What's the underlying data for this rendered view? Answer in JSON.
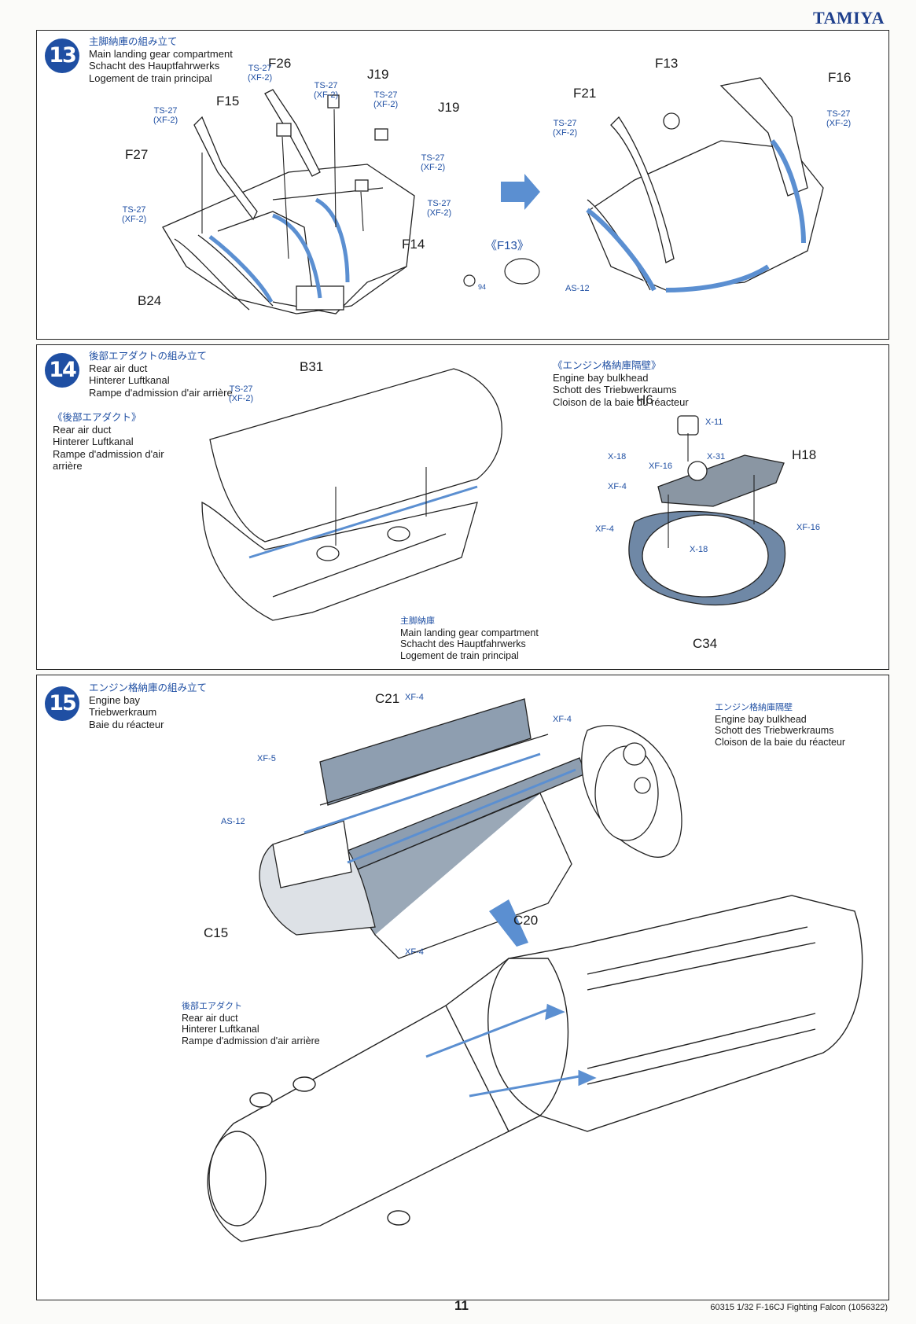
{
  "brand": "TAMIYA",
  "colors": {
    "accent_blue": "#1f4fa3",
    "part_blue": "#5b8fd1",
    "part_grey": "#7a8ea3"
  },
  "steps": [
    {
      "number": "13",
      "title_ja": "主脚納庫の組み立て",
      "title_en": "Main landing gear compartment",
      "title_de": "Schacht des Hauptfahrwerks",
      "title_fr": "Logement de train principal",
      "part_labels": [
        "F26",
        "J19",
        "F15",
        "J19",
        "F27",
        "F14",
        "B24",
        "F13",
        "F16",
        "F21"
      ],
      "paint_labels": [
        "TS-27\n(XF-2)",
        "TS-27\n(XF-2)",
        "TS-27\n(XF-2)",
        "TS-27\n(XF-2)",
        "TS-27\n(XF-2)",
        "TS-27\n(XF-2)",
        "TS-27\n(XF-2)",
        "TS-27\n(XF-2)",
        "TS-27\n(XF-2)",
        "AS-12"
      ],
      "sub_caption": "《F13》",
      "sub_ref": "94"
    },
    {
      "number": "14",
      "title_ja": "後部エアダクトの組み立て",
      "title_en": "Rear air duct",
      "title_de": "Hinterer Luftkanal",
      "title_fr": "Rampe d'admission d'air arrière",
      "sub_title_ja": "《後部エアダクト》",
      "sub_title_en": "Rear air duct",
      "sub_title_de": "Hinterer Luftkanal",
      "sub_title_fr": "Rampe d'admission d'air arrière",
      "part_labels": [
        "B31",
        "H6",
        "H18",
        "C34"
      ],
      "paint_labels": [
        "TS-27\n(XF-2)",
        "X-11",
        "X-18",
        "XF-16",
        "X-31",
        "XF-4",
        "XF-4",
        "X-18",
        "XF-16"
      ],
      "bulkhead_title_ja": "《エンジン格納庫隔壁》",
      "bulkhead_en": "Engine bay bulkhead",
      "bulkhead_de": "Schott des Triebwerkraums",
      "bulkhead_fr": "Cloison de la baie du réacteur",
      "compartment_ja": "主脚納庫",
      "compartment_en": "Main landing gear compartment",
      "compartment_de": "Schacht des Hauptfahrwerks",
      "compartment_fr": "Logement de train principal"
    },
    {
      "number": "15",
      "title_ja": "エンジン格納庫の組み立て",
      "title_en": "Engine bay",
      "title_de": "Triebwerkraum",
      "title_fr": "Baie du réacteur",
      "part_labels": [
        "C21",
        "C15",
        "C20"
      ],
      "paint_labels": [
        "XF-4",
        "XF-4",
        "XF-5",
        "AS-12",
        "XF-4"
      ],
      "bulkhead_ja": "エンジン格納庫隔壁",
      "bulkhead_en": "Engine bay bulkhead",
      "bulkhead_de": "Schott des Triebwerkraums",
      "bulkhead_fr": "Cloison de la baie du réacteur",
      "duct_ja": "後部エアダクト",
      "duct_en": "Rear air duct",
      "duct_de": "Hinterer Luftkanal",
      "duct_fr": "Rampe d'admission d'air arrière"
    }
  ],
  "footer": {
    "page_number": "11",
    "info": "60315  1/32 F-16CJ Fighting Falcon (1056322)"
  }
}
